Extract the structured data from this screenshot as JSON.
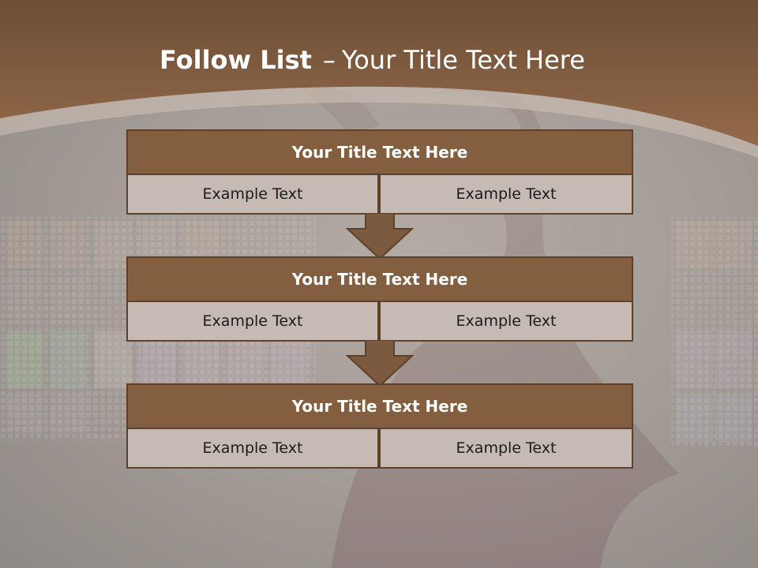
{
  "title": {
    "bold": "Follow List",
    "separator": "–",
    "rest": "Your Title Text Here"
  },
  "colors": {
    "header_brown": "#7d5a3c",
    "block_header": "#835f3f",
    "block_border": "#5e412a",
    "cell_background": "#c6bbb4",
    "arrow_fill": "#7b5a3f"
  },
  "flow": [
    {
      "title": "Your Title Text Here",
      "left": "Example Text",
      "right": "Example Text"
    },
    {
      "title": "Your Title Text Here",
      "left": "Example Text",
      "right": "Example Text"
    },
    {
      "title": "Your Title Text Here",
      "left": "Example Text",
      "right": "Example Text"
    }
  ]
}
